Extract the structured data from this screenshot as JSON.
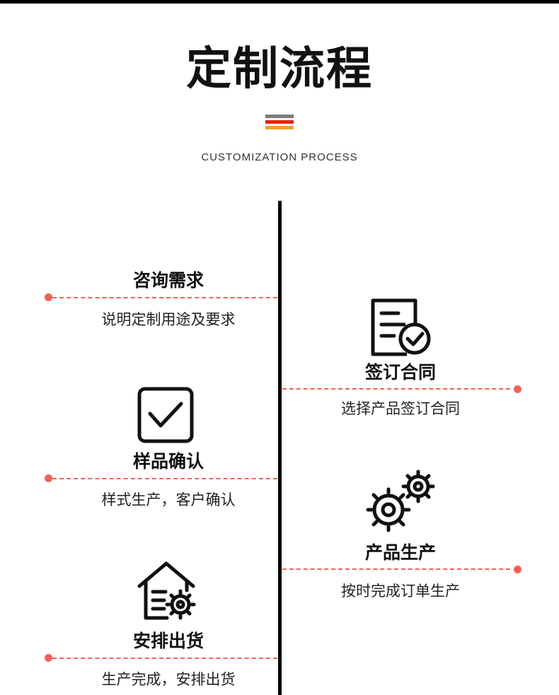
{
  "header": {
    "title": "定制流程",
    "subtitle": "CUSTOMIZATION PROCESS",
    "stripe_colors": [
      "#7b7b7b",
      "#e2231a",
      "#f0a22b"
    ]
  },
  "accent_color": "#f26158",
  "steps": [
    {
      "title": "咨询需求",
      "desc": "说明定制用途及要求",
      "icon": "none"
    },
    {
      "title": "签订合同",
      "desc": "选择产品签订合同",
      "icon": "contract-check-icon"
    },
    {
      "title": "样品确认",
      "desc": "样式生产，客户确认",
      "icon": "checkbox-icon"
    },
    {
      "title": "产品生产",
      "desc": "按时完成订单生产",
      "icon": "gears-icon"
    },
    {
      "title": "安排出货",
      "desc": "生产完成，安排出货",
      "icon": "warehouse-gear-icon"
    }
  ]
}
